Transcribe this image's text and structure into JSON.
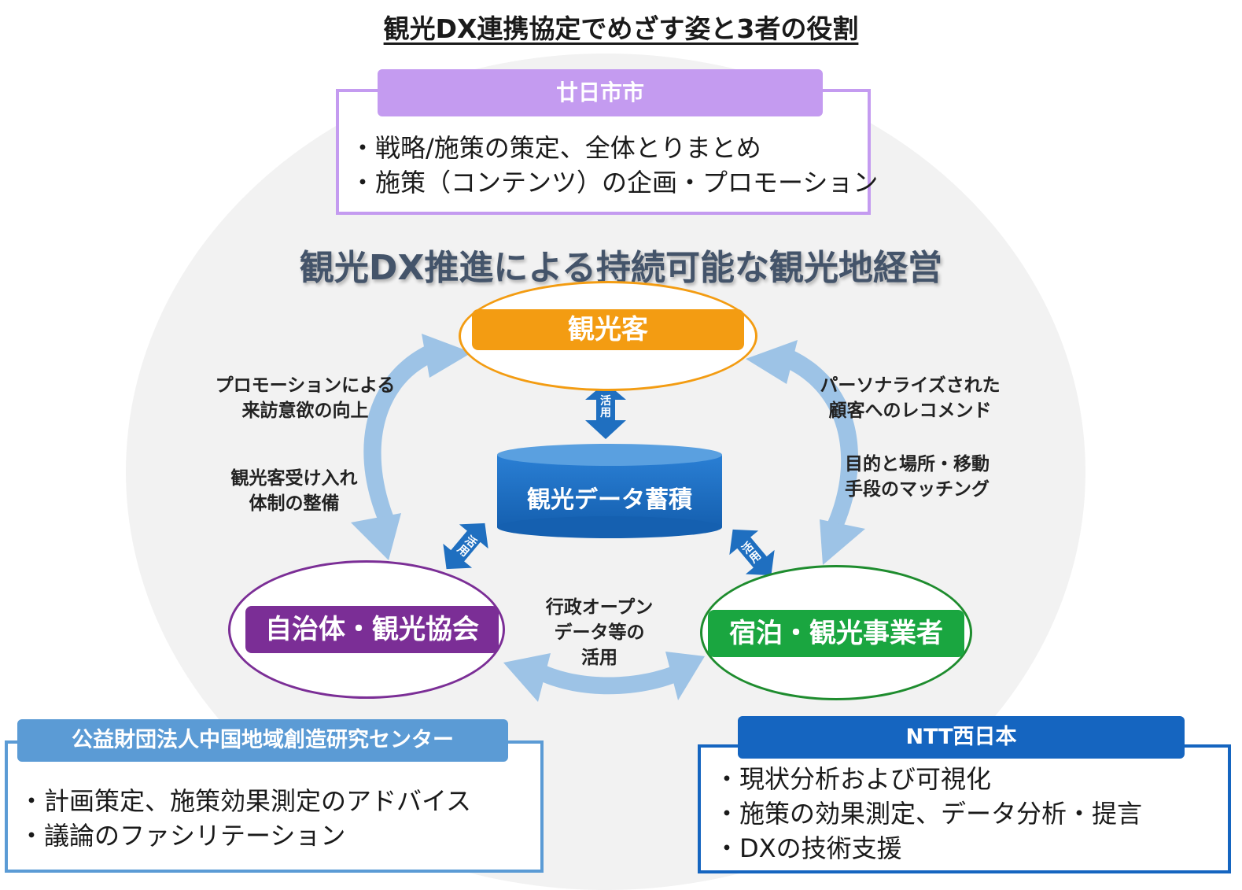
{
  "title": "観光DX連携協定でめざす姿と3者の役割",
  "main_title": "観光DX推進による持続可能な観光地経営",
  "city": {
    "header": "廿日市市",
    "bullets": [
      "・戦略/施策の策定、全体とりまとめ",
      "・施策（コンテンツ）の企画・プロモーション"
    ]
  },
  "center": {
    "header": "公益財団法人中国地域創造研究センター",
    "bullets": [
      "・計画策定、施策効果測定のアドバイス",
      "・議論のファシリテーション"
    ]
  },
  "ntt": {
    "header": "NTT西日本",
    "bullets": [
      "・現状分析および可視化",
      "・施策の効果測定、データ分析・提言",
      "・DXの技術支援"
    ]
  },
  "nodes": {
    "tourist": "観光客",
    "local": "自治体・観光協会",
    "hotel": "宿泊・観光事業者",
    "database": "観光データ蓄積"
  },
  "labels": {
    "promo": [
      "プロモーションによる",
      "来訪意欲の向上"
    ],
    "ukeire": [
      "観光客受け入れ",
      "体制の整備"
    ],
    "persona": [
      "パーソナライズされた",
      "顧客へのレコメンド"
    ],
    "matching": [
      "目的と場所・移動",
      "手段のマッチング"
    ],
    "open": [
      "行政オープン",
      "データ等の",
      "活用"
    ]
  },
  "katsuyo": [
    "活",
    "用"
  ],
  "colors": {
    "city": "#c49bf0",
    "center": "#5b9bd5",
    "ntt": "#1565c0",
    "tourist": "#f39c12",
    "local": "#7b2e96",
    "hotel": "#1aa640",
    "arrow": "#9dc3e6",
    "db": "#1f6fc0"
  }
}
